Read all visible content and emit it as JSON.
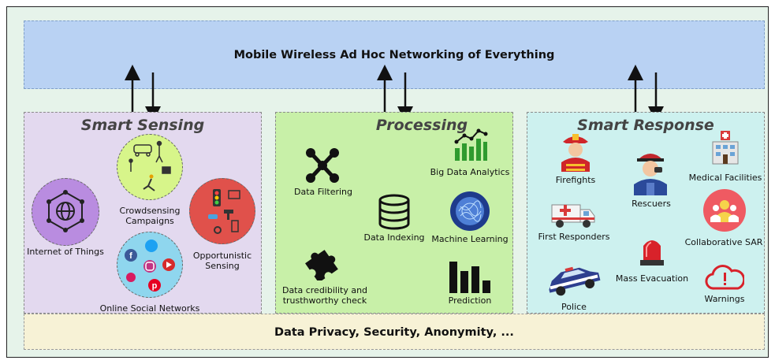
{
  "top_band": {
    "title": "Mobile Wireless Ad Hoc Networking of Everything"
  },
  "panels": {
    "sensing": {
      "title": "Smart Sensing",
      "items": {
        "iot": "Internet of Things",
        "crowd_line1": "Crowdsensing",
        "crowd_line2": "Campaigns",
        "opp_line1": "Opportunistic",
        "opp_line2": "Sensing",
        "social": "Online Social Networks"
      }
    },
    "processing": {
      "title": "Processing",
      "items": {
        "filtering": "Data Filtering",
        "bigdata": "Big Data Analytics",
        "indexing": "Data Indexing",
        "ml": "Machine Learning",
        "cred_line1": "Data credibility and",
        "cred_line2": "trusthworthy check",
        "prediction": "Prediction"
      }
    },
    "response": {
      "title": "Smart Response",
      "items": {
        "firefights": "Firefights",
        "rescuers": "Rescuers",
        "medical": "Medical Facilities",
        "first_responders": "First Responders",
        "sar": "Collaborative SAR",
        "evacuation": "Mass Evacuation",
        "police": "Police",
        "warnings": "Warnings"
      }
    }
  },
  "bottom_band": {
    "title": "Data Privacy, Security, Anonymity, ..."
  },
  "colors": {
    "top_band": "#b9d2f3",
    "sensing_panel": "#e3d9ef",
    "processing_panel": "#c8f0a8",
    "response_panel": "#cdf1ef",
    "bottom_band": "#f7f2d6",
    "iot_circle": "#b98ce0",
    "crowd_circle": "#d7f58a",
    "opp_circle": "#e0514b",
    "social_circle": "#8fd6ee"
  }
}
